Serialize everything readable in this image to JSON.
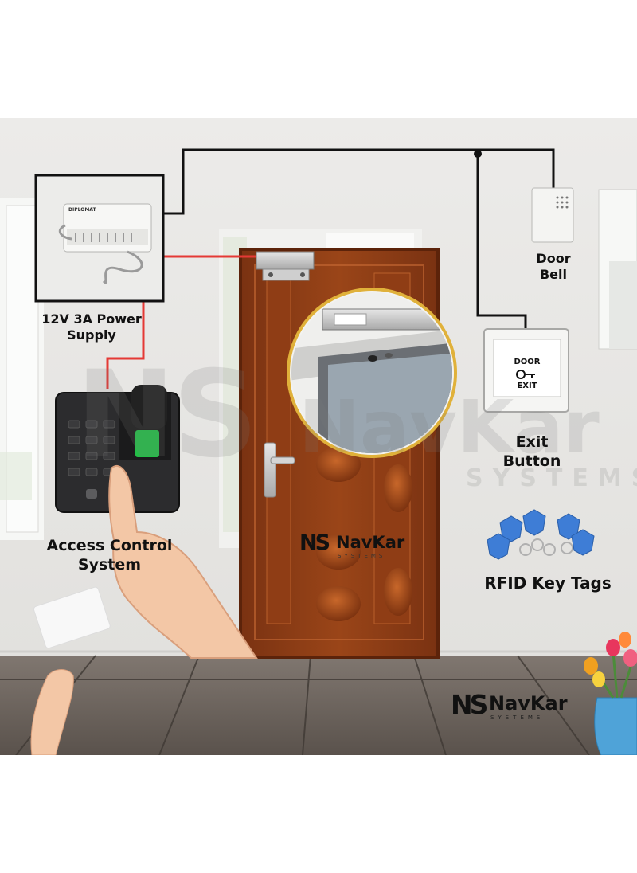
{
  "labels": {
    "power_supply": [
      "12V 3A Power",
      "Supply"
    ],
    "door_bell": [
      "Door",
      "Bell"
    ],
    "exit_button": [
      "Exit",
      "Button"
    ],
    "access_control": [
      "Access Control",
      "System"
    ],
    "rfid": "RFID Key Tags"
  },
  "exit_plate": {
    "top": "DOOR",
    "bottom": "EXIT"
  },
  "adapter_brand": "DIPLOMAT",
  "brand": {
    "mark": "NS",
    "name": "NavKar",
    "sub": "SYSTEMS"
  },
  "colors": {
    "wire_black": "#111111",
    "wire_red": "#e53935",
    "door": "#8a3a14",
    "door_panel": "#a44a1b",
    "floor": "#6e655d",
    "tag_blue": "#3e7dd6"
  }
}
